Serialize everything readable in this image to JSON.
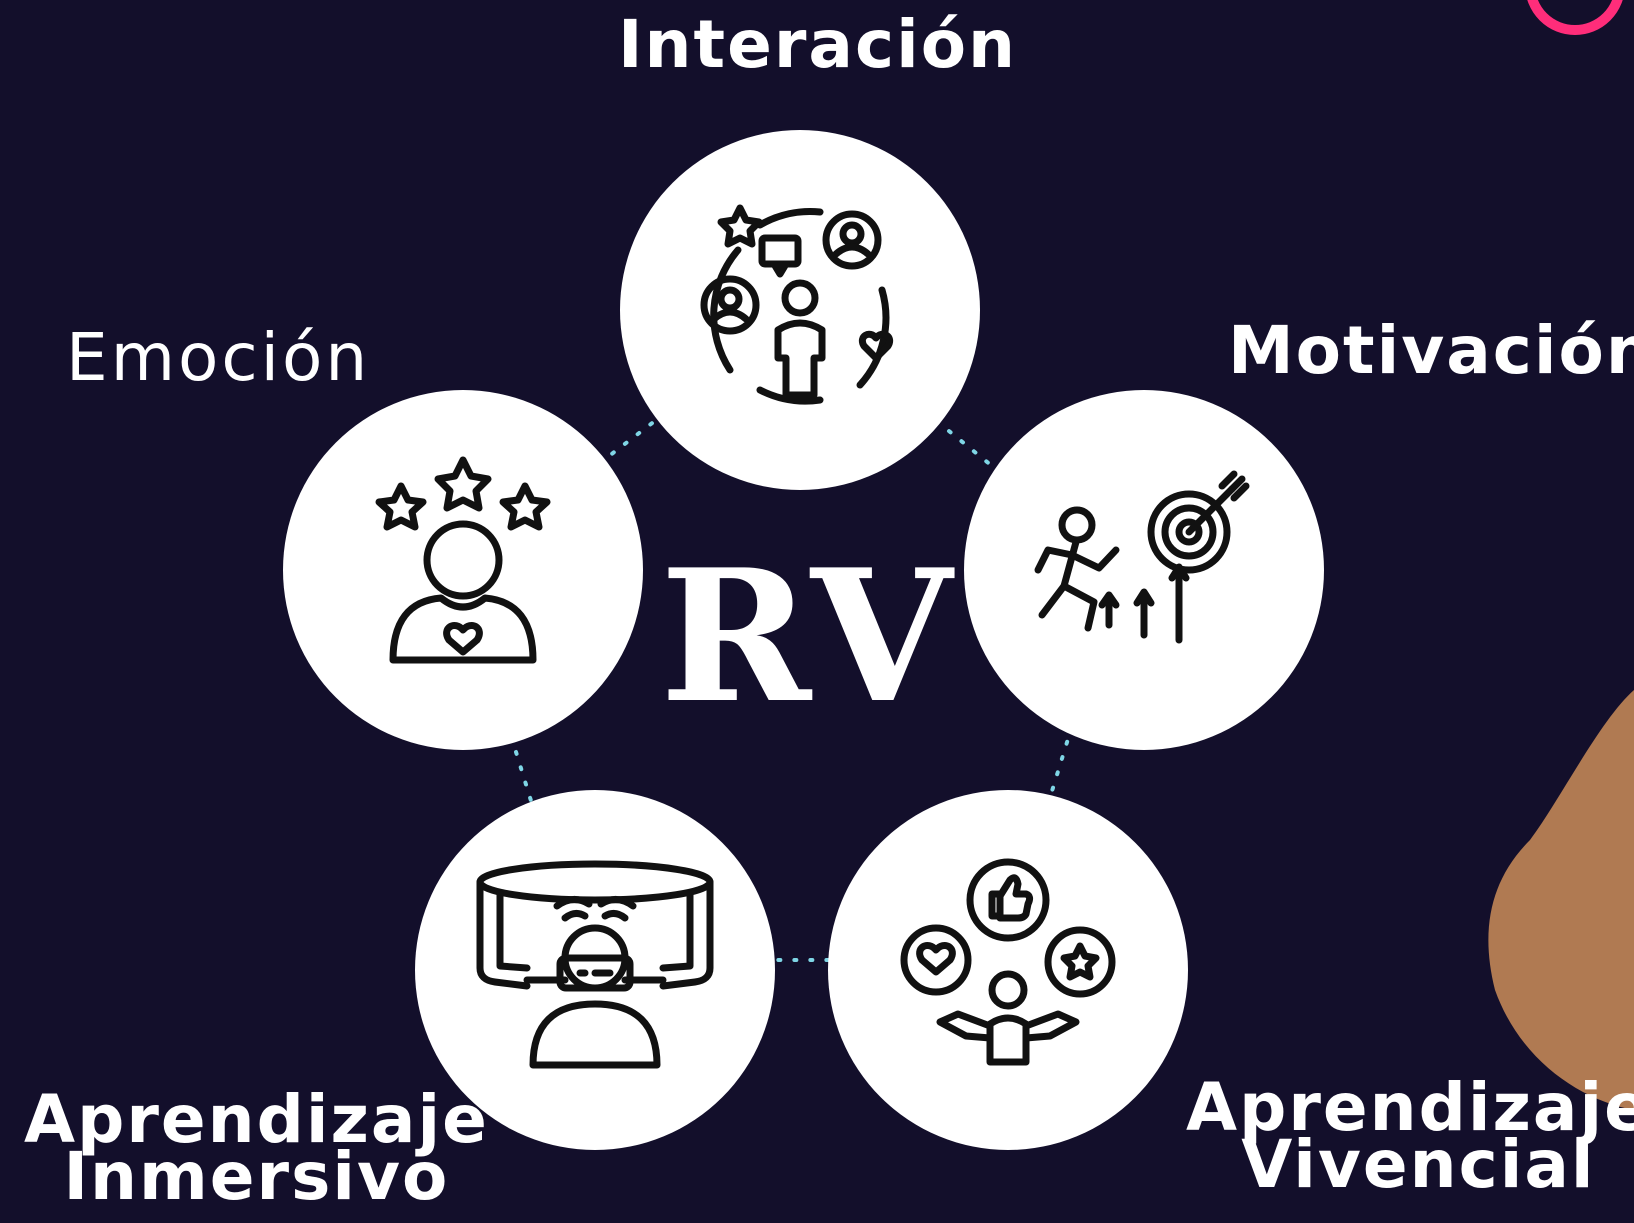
{
  "diagram": {
    "center_label": "RV",
    "nodes": [
      {
        "id": "interaction",
        "label": "Interación",
        "icon": "interaction-network-icon"
      },
      {
        "id": "motivation",
        "label": "Motivación",
        "icon": "runner-target-icon"
      },
      {
        "id": "emotion",
        "label": "Emoción",
        "icon": "person-stars-heart-icon"
      },
      {
        "id": "experiential",
        "label_line1": "Aprendizaje",
        "label_line2": "Vivencial",
        "icon": "person-juggling-icons-icon"
      },
      {
        "id": "immersive",
        "label_line1": "Aprendizaje",
        "label_line2": "Inmersivo",
        "icon": "vr-headset-user-icon"
      }
    ],
    "colors": {
      "background": "#130f2b",
      "node_fill": "#ffffff",
      "connector": "#7fd6e6",
      "text": "#ffffff",
      "accent_corner": "#ff2d7a"
    }
  }
}
